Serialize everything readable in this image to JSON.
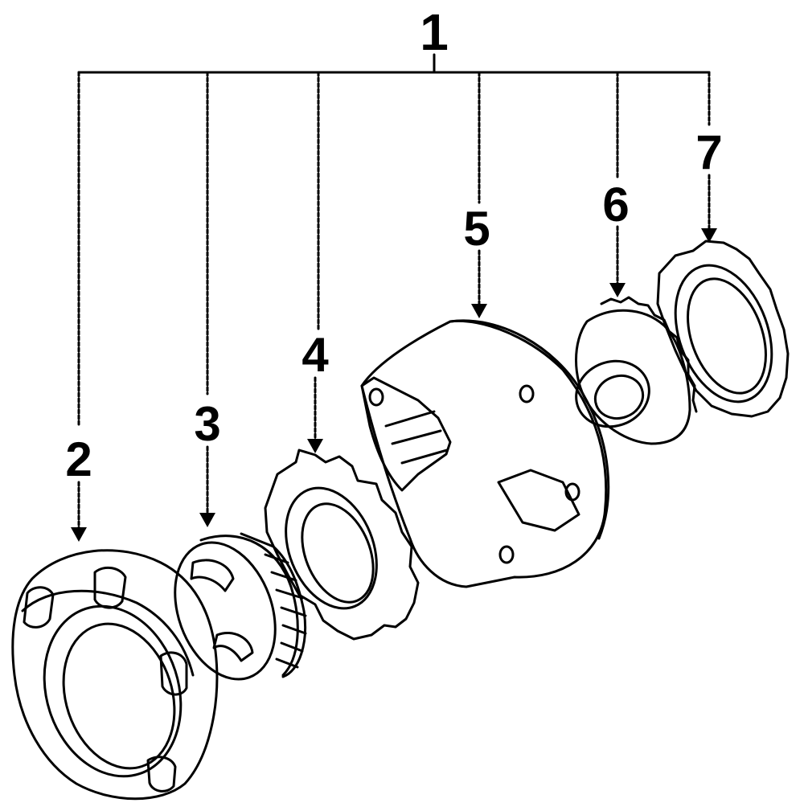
{
  "diagram": {
    "assembly_label": "1",
    "parts": [
      {
        "label": "2"
      },
      {
        "label": "3"
      },
      {
        "label": "4"
      },
      {
        "label": "5"
      },
      {
        "label": "6"
      },
      {
        "label": "7"
      }
    ],
    "colors": {
      "ink": "#000000",
      "background": "#ffffff"
    }
  }
}
